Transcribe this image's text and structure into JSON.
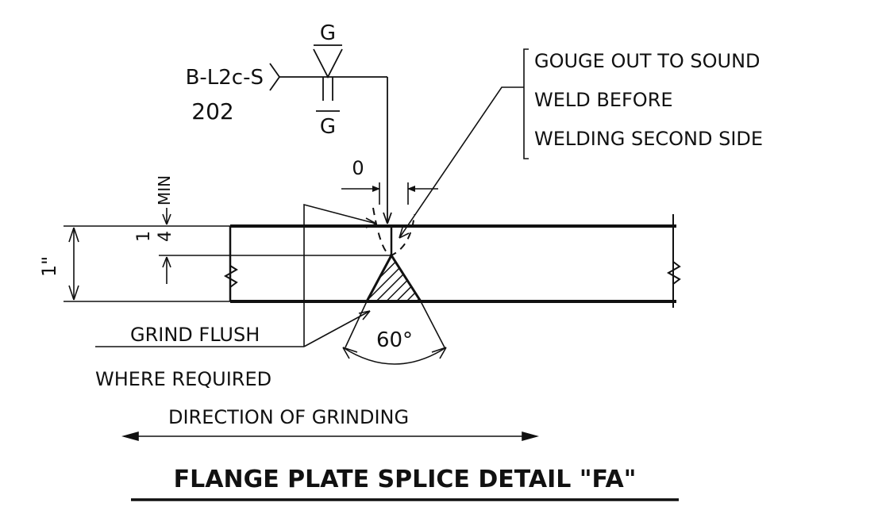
{
  "weld_symbol": {
    "groove_joint": "B-L2c-S",
    "joint_number": "202",
    "finish_arrow_side": "G",
    "finish_other_side": "G"
  },
  "dimensions": {
    "root_opening": "0",
    "plate_thickness": "1\"",
    "min_depth_numerator": "1",
    "min_depth_denominator": "4",
    "min_label": "MIN",
    "groove_angle": "60°"
  },
  "notes": {
    "gouge_line_1": "GOUGE OUT TO SOUND",
    "gouge_line_2": "WELD BEFORE",
    "gouge_line_3": "WELDING SECOND SIDE",
    "grind_line_1": "GRIND FLUSH",
    "grind_line_2": "WHERE REQUIRED",
    "grinding_direction": "DIRECTION OF GRINDING"
  },
  "title": "FLANGE PLATE SPLICE DETAIL  \"FA\""
}
